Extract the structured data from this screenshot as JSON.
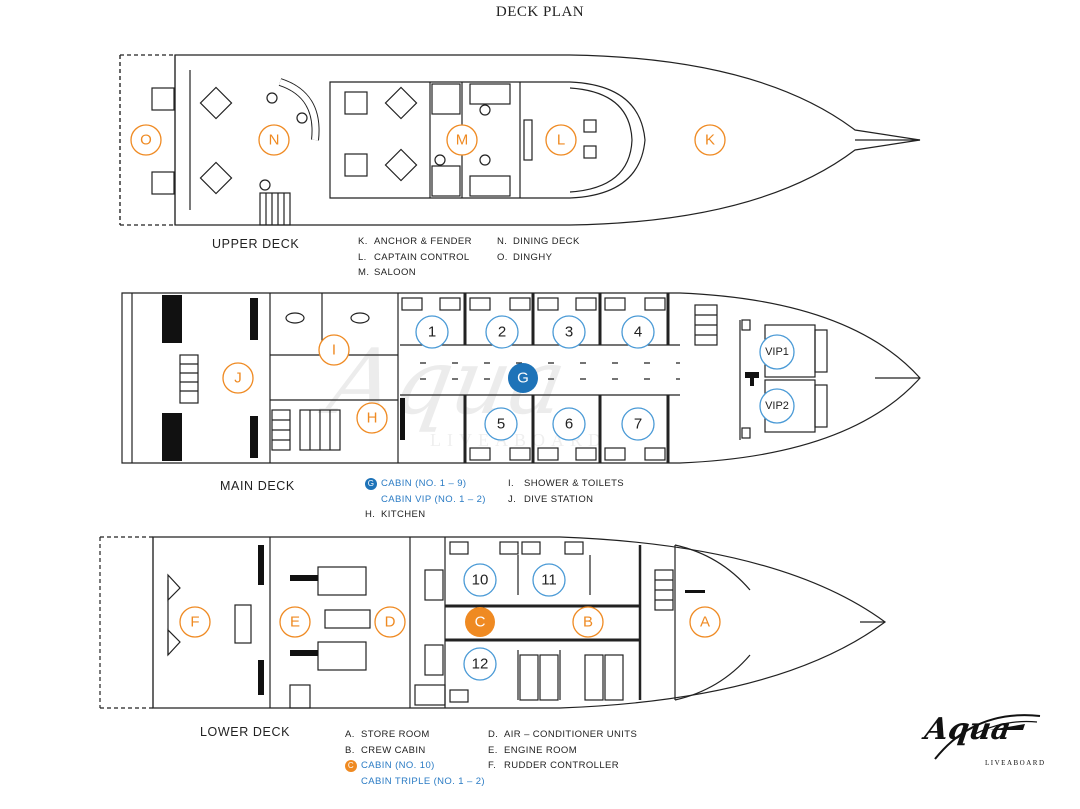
{
  "title": "DECK PLAN",
  "decks": {
    "upper": "UPPER DECK",
    "main": "MAIN DECK",
    "lower": "LOWER DECK"
  },
  "upper_legend": {
    "col1": [
      {
        "code": "K.",
        "text": "ANCHOR & FENDER"
      },
      {
        "code": "L.",
        "text": "CAPTAIN CONTROL"
      },
      {
        "code": "M.",
        "text": "SALOON"
      }
    ],
    "col2": [
      {
        "code": "N.",
        "text": "DINING DECK"
      },
      {
        "code": "O.",
        "text": "DINGHY"
      }
    ]
  },
  "main_legend": {
    "g_code": "G",
    "g_text": "CABIN (NO. 1 – 9)",
    "g_sub": "CABIN VIP (NO. 1 – 2)",
    "h": {
      "code": "H.",
      "text": "KITCHEN"
    },
    "col2": [
      {
        "code": "I.",
        "text": "SHOWER & TOILETS"
      },
      {
        "code": "J.",
        "text": "DIVE STATION"
      }
    ]
  },
  "lower_legend": {
    "col1": [
      {
        "code": "A.",
        "text": "STORE ROOM"
      },
      {
        "code": "B.",
        "text": "CREW CABIN"
      }
    ],
    "c_code": "C",
    "c_text": "CABIN (NO. 10)",
    "c_sub": "CABIN TRIPLE (NO. 1 – 2)",
    "col2": [
      {
        "code": "D.",
        "text": "AIR – CONDITIONER UNITS"
      },
      {
        "code": "E.",
        "text": "ENGINE ROOM"
      },
      {
        "code": "F.",
        "text": "RUDDER CONTROLLER"
      }
    ]
  },
  "zones": {
    "upper": [
      "O",
      "N",
      "M",
      "L",
      "K"
    ],
    "main": [
      "J",
      "I",
      "H"
    ],
    "lower": [
      "F",
      "E",
      "D",
      "B",
      "A"
    ]
  },
  "cabins": {
    "main_top": [
      "1",
      "2",
      "3",
      "4"
    ],
    "main_bottom": [
      "5",
      "6",
      "7"
    ],
    "vip": [
      "VIP1",
      "VIP2"
    ],
    "main_marker": "G",
    "lower": [
      "10",
      "11",
      "12"
    ],
    "lower_marker": "C"
  },
  "logo": {
    "word": "Aqua",
    "sub": "LIVEABOARD"
  },
  "watermark": {
    "word": "Aqua",
    "sub": "LIVEABOARD"
  },
  "colors": {
    "orange": "#ef8a22",
    "blue": "#1e73b8",
    "cabin_blue": "#4a9ad6",
    "line": "#222222"
  },
  "icons": [
    "dining-table-icon",
    "toilet-icon",
    "stairs-icon",
    "anchor-post-icon"
  ]
}
